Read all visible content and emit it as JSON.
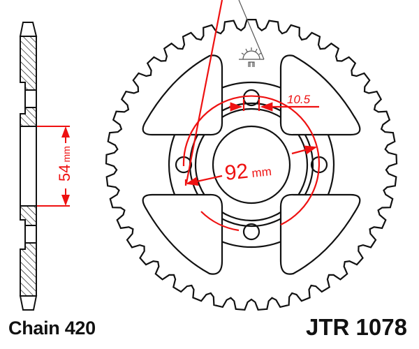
{
  "diagram": {
    "type": "sprocket-technical-drawing",
    "colors": {
      "outline": "#111111",
      "dimension": "#ee1111",
      "background": "#ffffff",
      "logo": "#555555"
    },
    "sprocket": {
      "teeth": 41,
      "bolt_holes": 4,
      "cutouts": 4
    },
    "dimensions": {
      "bolt_circle": {
        "value": "92",
        "unit": "mm"
      },
      "bolt_hole": {
        "value": "10.5"
      },
      "center_bore": {
        "value": "54",
        "unit": "mm"
      }
    },
    "labels": {
      "chain": "Chain 420",
      "part_number": "JTR 1078"
    },
    "logo": "jt-sun-logo-icon"
  }
}
